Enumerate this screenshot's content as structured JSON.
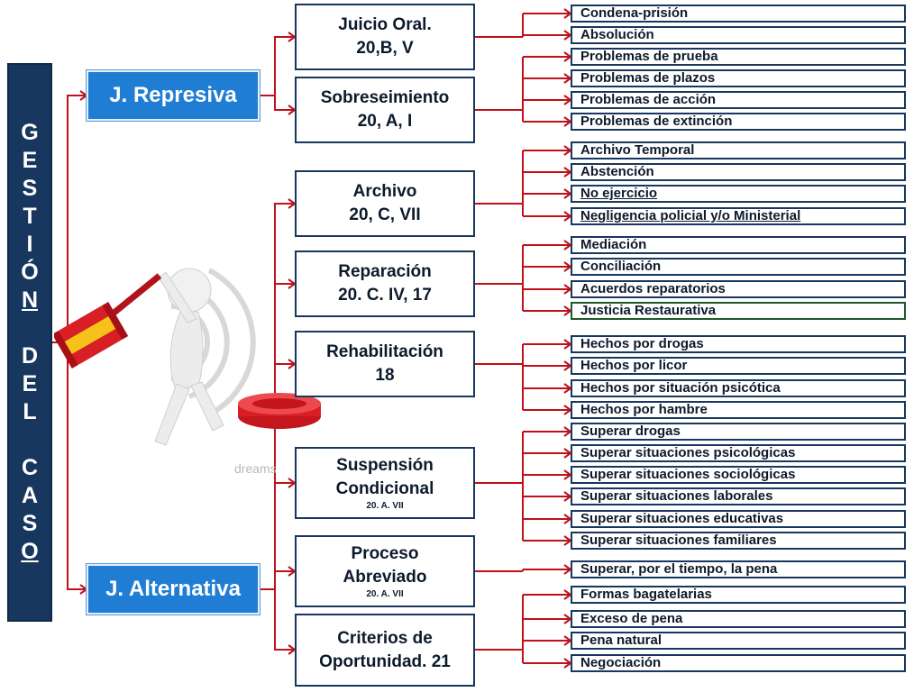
{
  "vertical_title": [
    "G",
    "E",
    "S",
    "T",
    "I",
    "Ó",
    "N",
    "",
    "D",
    "E",
    "L",
    "",
    "C",
    "A",
    "S",
    "O"
  ],
  "categories": {
    "represiva": "J. Represiva",
    "alternativa": "J. Alternativa"
  },
  "mid_nodes": [
    {
      "lines": [
        "Juicio Oral.",
        "20,B, V"
      ],
      "sub": ""
    },
    {
      "lines": [
        "Sobreseimiento",
        "20, A, I"
      ],
      "sub": ""
    },
    {
      "lines": [
        "Archivo",
        "20, C, VII"
      ],
      "sub": ""
    },
    {
      "lines": [
        "Reparación",
        "20. C. IV, 17"
      ],
      "sub": ""
    },
    {
      "lines": [
        "Rehabilitación",
        "18"
      ],
      "sub": ""
    },
    {
      "lines": [
        "Suspensión",
        "Condicional"
      ],
      "sub": "20. A. VII"
    },
    {
      "lines": [
        "Proceso",
        "Abreviado"
      ],
      "sub": "20. A. VII"
    },
    {
      "lines": [
        "Criterios de",
        "Oportunidad. 21"
      ],
      "sub": ""
    }
  ],
  "leaves": [
    "Condena-prisión",
    "Absolución",
    "Problemas de prueba",
    "Problemas de plazos",
    "Problemas de acción",
    "Problemas de extinción",
    "Archivo Temporal",
    "Abstención",
    "No ejercicio",
    "Negligencia policial y/o Ministerial",
    "Mediación",
    "Conciliación",
    "Acuerdos reparatorios",
    "Justicia Restaurativa",
    "Hechos por drogas",
    "Hechos por licor",
    "Hechos por situación psicótica",
    "Hechos por  hambre",
    "Superar drogas",
    "Superar situaciones psicológicas",
    "Superar situaciones sociológicas",
    "Superar situaciones laborales",
    "Superar situaciones educativas",
    "Superar situaciones familiares",
    "Superar, por el tiempo, la pena",
    "Formas bagatelarias",
    "Exceso de pena",
    "Pena natural",
    "Negociación"
  ],
  "watermark": "dreams",
  "colors": {
    "connector": "#c0101a",
    "title_bg": "#17375e",
    "category_bg": "#1f7ed4",
    "box_border": "#17375e",
    "green_border": "#1e5a2a"
  }
}
